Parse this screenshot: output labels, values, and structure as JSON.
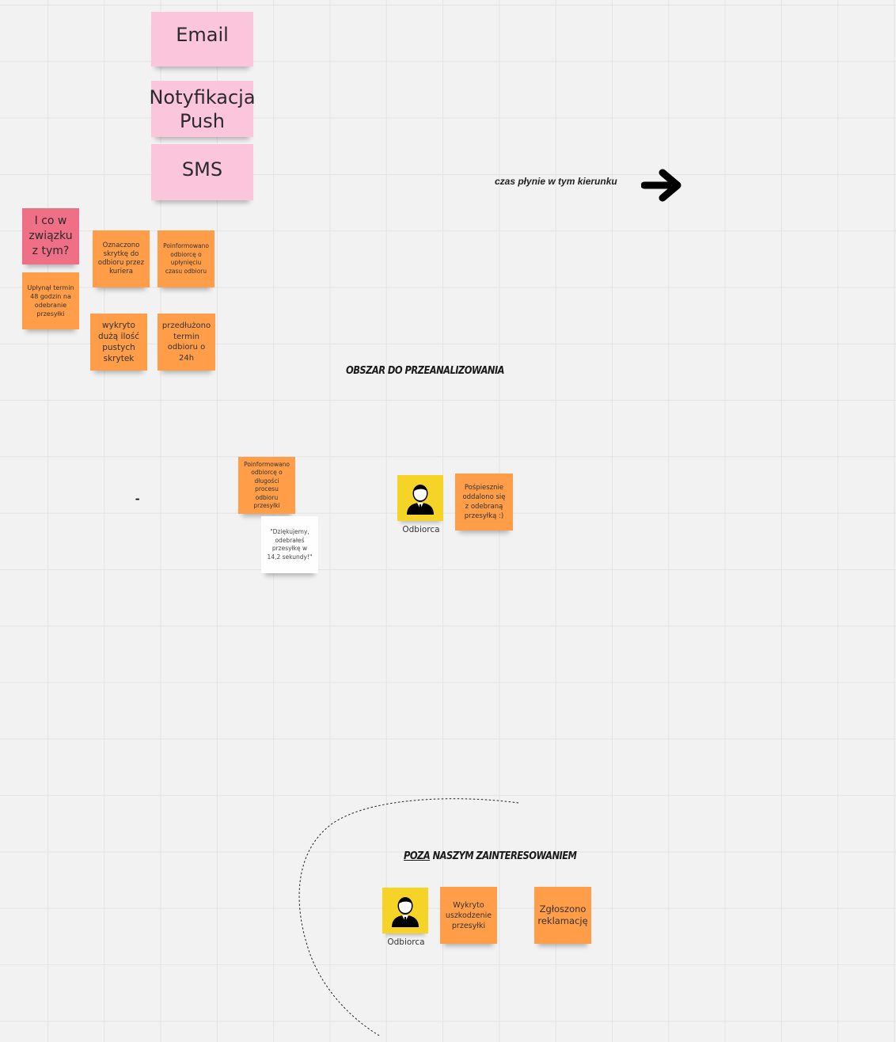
{
  "channels": [
    "Email",
    "Notyfikacja Push",
    "SMS"
  ],
  "time_direction_label": "czas płynie w tym kierunku",
  "question_note": "I co w związku z tym?",
  "notes_top": {
    "expired": "Upłynął termin 48 godzin na odebranie przesyłki",
    "marked": "Oznaczono skrytkę do odbioru przez kuriera",
    "informed_expiry": "Poinformowano odbiorcę o upłynięciu czasu odbioru",
    "empty_lockers": "wykryto dużą ilość pustych skrytek",
    "extended": "przedłużono termin odbioru o 24h"
  },
  "analysis_heading": "OBSZAR DO PRZEANALIZOWANIA",
  "ellipsis": "•••",
  "notes_middle": {
    "informed_duration": "Poinformowano odbiorcę o długości procesu odbioru przesyłki",
    "thanks": "\"Dziękujemy, odebrałeś przesyłkę w 14,2 sekundy!\"",
    "hurried": "Pośpiesznie oddalono się z odebraną przesyłką :)"
  },
  "actor_label": "Odbiorca",
  "outside_heading": {
    "underlined": "POZA",
    "rest": "NASZYM ZAINTERESOWANIEM"
  },
  "notes_bottom": {
    "damage": "Wykryto uszkodzenie przesyłki",
    "complaint": "Zgłoszono reklamację"
  },
  "colors": {
    "pink": "#fbc5dc",
    "red": "#ef6f86",
    "orange": "#ff9d48",
    "yellow": "#f5d327",
    "white": "#fefefe"
  },
  "icons": [
    "arrow-right-icon",
    "person-icon"
  ]
}
